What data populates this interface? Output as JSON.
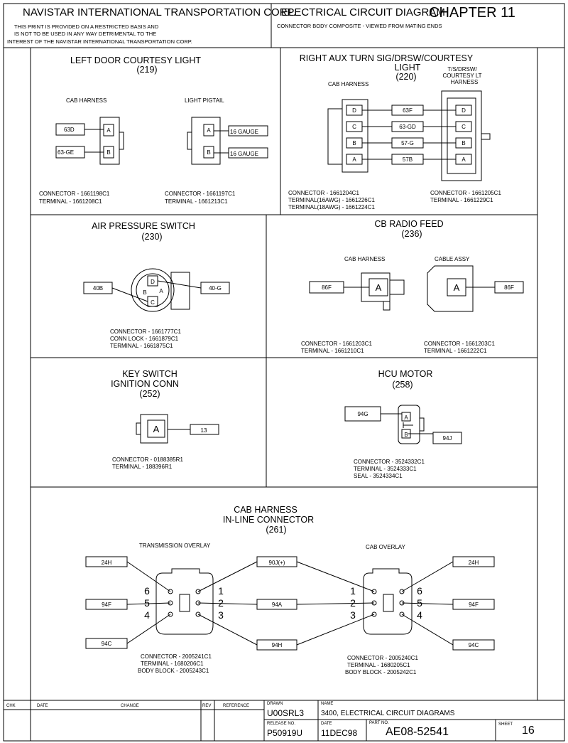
{
  "header": {
    "company": "NAVISTAR INTERNATIONAL TRANSPORTATION CORP.",
    "doc_title": "ELECTRICAL CIRCUIT DIAGRAM",
    "chapter": "CHAPTER 11",
    "notice_1": "THIS PRINT IS PROVIDED ON A RESTRICTED BASIS AND",
    "notice_2": "IS NOT TO BE USED IN ANY WAY DETRIMENTAL TO THE",
    "notice_3": "INTEREST OF THE NAVISTAR INTERNATIONAL TRANSPORTATION CORP.",
    "subtitle": "CONNECTOR BODY COMPOSITE - VIEWED FROM MATING ENDS"
  },
  "panels": {
    "left_door": {
      "title": "LEFT DOOR COURTESY LIGHT",
      "number": "(219)",
      "cab_harness": "CAB HARNESS",
      "light_pigtail": "LIGHT PIGTAIL",
      "wire_1": "63D",
      "wire_2": "63-GE",
      "pin_a": "A",
      "pin_b": "B",
      "gauge_1": "16 GAUGE",
      "gauge_2": "16 GAUGE",
      "conn_left_1": "CONNECTOR - 1661198C1",
      "conn_left_2": "TERMINAL - 1661208C1",
      "conn_right_1": "CONNECTOR - 1661197C1",
      "conn_right_2": "TERMINAL - 1661213C1"
    },
    "right_aux": {
      "title_1": "RIGHT AUX TURN SIG/DRSW/COURTESY",
      "title_2": "LIGHT",
      "number": "(220)",
      "cab_harness": "CAB HARNESS",
      "right_label_1": "T/S/DRSW/",
      "right_label_2": "COURTESY LT",
      "right_label_3": "HARNESS",
      "pins": [
        "D",
        "C",
        "B",
        "A"
      ],
      "wires": [
        "63F",
        "63-GD",
        "57-G",
        "57B"
      ],
      "conn_left_1": "CONNECTOR - 1661204C1",
      "conn_left_2": "TERMINAL(16AWG) - 1661226C1",
      "conn_left_3": "TERMINAL(18AWG) - 1661224C1",
      "conn_right_1": "CONNECTOR - 1661205C1",
      "conn_right_2": "TERMINAL - 1661229C1"
    },
    "air_pressure": {
      "title": "AIR PRESSURE SWITCH",
      "number": "(230)",
      "wire_left": "40B",
      "wire_right": "40-G",
      "pin_d": "D",
      "pin_b": "B",
      "pin_a": "A",
      "pin_c": "C",
      "conn_1": "CONNECTOR - 1661777C1",
      "conn_2": "CONN LOCK - 1661879C1",
      "conn_3": "TERMINAL - 1661875C1"
    },
    "cb_radio": {
      "title": "CB RADIO FEED",
      "number": "(236)",
      "cab_harness": "CAB HARNESS",
      "cable_assy": "CABLE ASSY",
      "wire_left": "86F",
      "wire_right": "86F",
      "pin_left": "A",
      "pin_right": "A",
      "conn_left_1": "CONNECTOR - 1661203C1",
      "conn_left_2": "TERMINAL - 1661210C1",
      "conn_right_1": "CONNECTOR - 1661203C1",
      "conn_right_2": "TERMINAL - 1661222C1"
    },
    "key_switch": {
      "title_1": "KEY SWITCH",
      "title_2": "IGNITION CONN",
      "number": "(252)",
      "pin": "A",
      "wire": "13",
      "conn_1": "CONNECTOR - 0188385R1",
      "conn_2": "TERMINAL - 188396R1"
    },
    "hcu_motor": {
      "title": "HCU MOTOR",
      "number": "(258)",
      "wire_1": "94G",
      "wire_2": "94J",
      "pin_a": "A",
      "pin_b": "B",
      "conn_1": "CONNECTOR - 3524332C1",
      "conn_2": "TERMINAL - 3524333C1",
      "conn_3": "SEAL - 3524334C1"
    },
    "inline": {
      "title_1": "CAB HARNESS",
      "title_2": "IN-LINE CONNECTOR",
      "number": "(261)",
      "left_label": "TRANSMISSION OVERLAY",
      "right_label": "CAB OVERLAY",
      "left_wires": [
        "24H",
        "94F",
        "94C"
      ],
      "mid_wires": [
        "90J(+)",
        "94A",
        "94H"
      ],
      "right_wires": [
        "24H",
        "94F",
        "94C"
      ],
      "left_pins_outer": [
        "6",
        "5",
        "4"
      ],
      "left_pins_inner": [
        "1",
        "2",
        "3"
      ],
      "right_pins_outer": [
        "1",
        "2",
        "3"
      ],
      "right_pins_inner": [
        "6",
        "5",
        "4"
      ],
      "conn_left_1": "CONNECTOR - 2005241C1",
      "conn_left_2": "TERMINAL - 1680206C1",
      "conn_left_3": "BODY BLOCK - 2005243C1",
      "conn_right_1": "CONNECTOR - 2005240C1",
      "conn_right_2": "TERMINAL - 1680205C1",
      "conn_right_3": "BODY BLOCK - 2005242C1"
    }
  },
  "title_block": {
    "chk_label": "CHK",
    "date_label": "DATE",
    "change_label": "CHANGE",
    "rev_label": "REV",
    "reference_label": "REFERENCE",
    "drawn_label": "DRAWN",
    "drawn_value": "U00SRL3",
    "name_label": "NAME",
    "name_value": "3400, ELECTRICAL CIRCUIT DIAGRAMS",
    "release_label": "RELEASE NO.",
    "release_value": "P50919U",
    "date2_label": "DATE",
    "date2_value": "11DEC98",
    "part_label": "PART NO.",
    "part_value": "AE08-52541",
    "sheet_label": "SHEET",
    "sheet_value": "16"
  }
}
